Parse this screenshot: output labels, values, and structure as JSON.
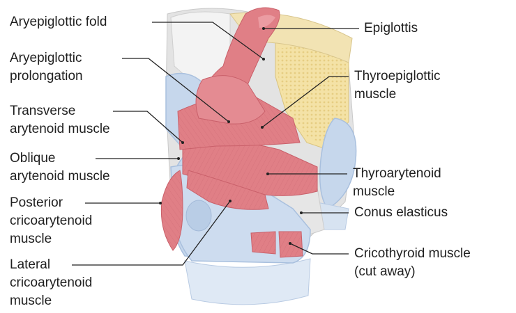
{
  "labels": {
    "aryepiglottic_fold": [
      "Aryepiglottic fold"
    ],
    "aryepiglottic_prolongation": [
      "Aryepiglottic",
      "prolongation"
    ],
    "transverse_arytenoid": [
      "Transverse",
      "arytenoid muscle"
    ],
    "oblique_arytenoid": [
      "Oblique",
      "arytenoid muscle"
    ],
    "posterior_cricoarytenoid": [
      "Posterior",
      "cricoarytenoid",
      "muscle"
    ],
    "lateral_cricoarytenoid": [
      "Lateral",
      "cricoarytenoid",
      "muscle"
    ],
    "epiglottis": [
      "Epiglottis"
    ],
    "thyroepiglottic": [
      "Thyroepiglottic",
      "muscle"
    ],
    "thyroarytenoid": [
      "Thyroarytenoid",
      "muscle"
    ],
    "conus_elasticus": [
      "Conus elasticus"
    ],
    "cricothyroid": [
      "Cricothyroid muscle",
      "(cut away)"
    ]
  },
  "colors": {
    "muscle": "#e07f86",
    "muscle_dark": "#c9606a",
    "cartilage_blue": "#c6d7ec",
    "cartilage_blue_dark": "#a9c0de",
    "membrane_gray": "#dcdcdc",
    "thyroid_yellow": "#f4e2a6",
    "leader_line": "#222222",
    "text": "#1f1f1f"
  }
}
